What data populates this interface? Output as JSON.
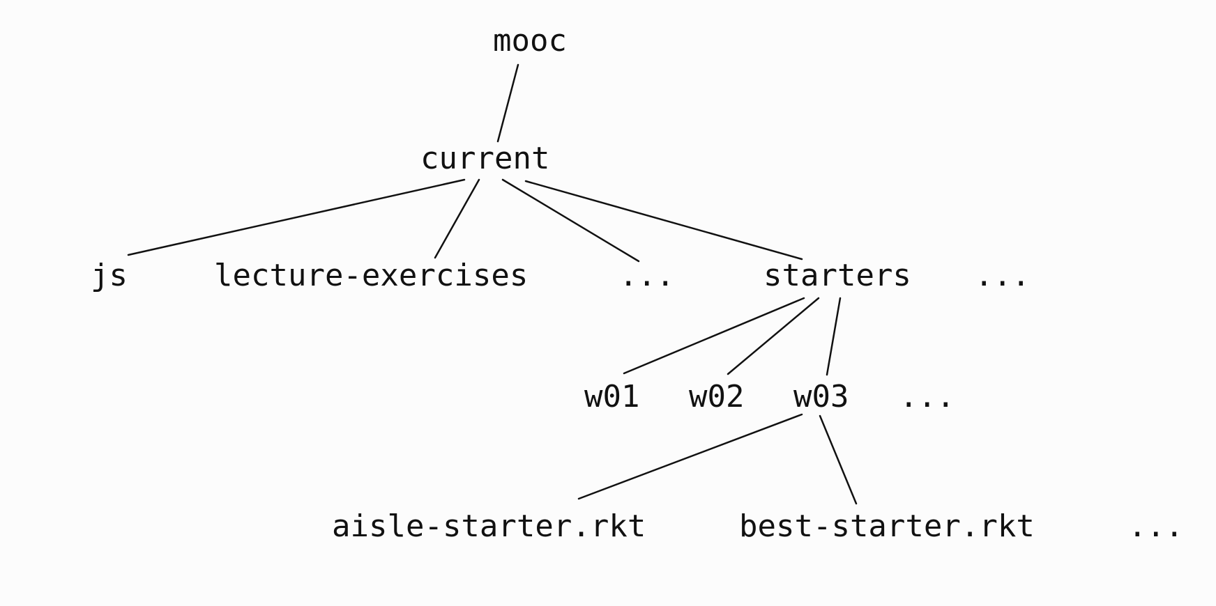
{
  "diagram": {
    "title": "directory tree",
    "colors": {
      "background": "#fcfcfc",
      "ink": "#111111"
    },
    "nodes": {
      "mooc": "mooc",
      "current": "current",
      "js": "js",
      "lecture_exercises": "lecture-exercises",
      "current_ellipsis_1": "...",
      "starters": "starters",
      "current_ellipsis_2": "...",
      "w01": "w01",
      "w02": "w02",
      "w03": "w03",
      "starters_ellipsis": "...",
      "aisle_starter": "aisle-starter.rkt",
      "best_starter": "best-starter.rkt",
      "w03_ellipsis": "..."
    }
  }
}
